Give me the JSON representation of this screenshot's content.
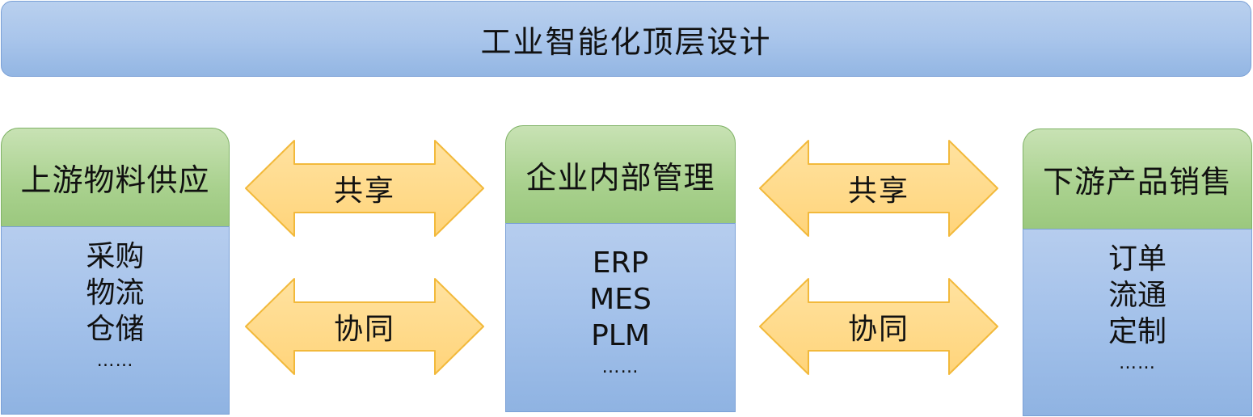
{
  "title": "工业智能化顶层设计",
  "columns": [
    {
      "header": "上游物料供应",
      "items": [
        "采购",
        "物流",
        "仓储"
      ],
      "ellipsis": "……"
    },
    {
      "header": "企业内部管理",
      "items": [
        "ERP",
        "MES",
        "PLM"
      ],
      "ellipsis": "……"
    },
    {
      "header": "下游产品销售",
      "items": [
        "订单",
        "流通",
        "定制"
      ],
      "ellipsis": "……"
    }
  ],
  "links": {
    "left": {
      "top_label": "共享",
      "bottom_label": "协同"
    },
    "right": {
      "top_label": "共享",
      "bottom_label": "协同"
    }
  },
  "colors": {
    "banner_fill": "#a9c5eb",
    "header_fill": "#a9d18e",
    "body_fill": "#a3c1ea",
    "arrow_fill": "#ffd98a",
    "arrow_stroke": "#f2b93b"
  }
}
